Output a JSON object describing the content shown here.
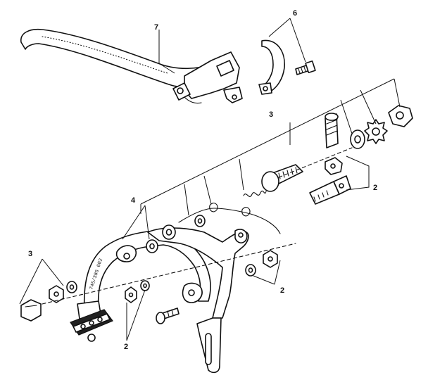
{
  "callouts": {
    "lever": "7",
    "clamp": "6",
    "shaft_assembly": "3",
    "washers_left": "3",
    "springs": "4",
    "nuts_right": "2",
    "nuts_bottom_right": "2",
    "nuts_bottom_mid": "2"
  },
  "stamp_text": "745/38G 602"
}
